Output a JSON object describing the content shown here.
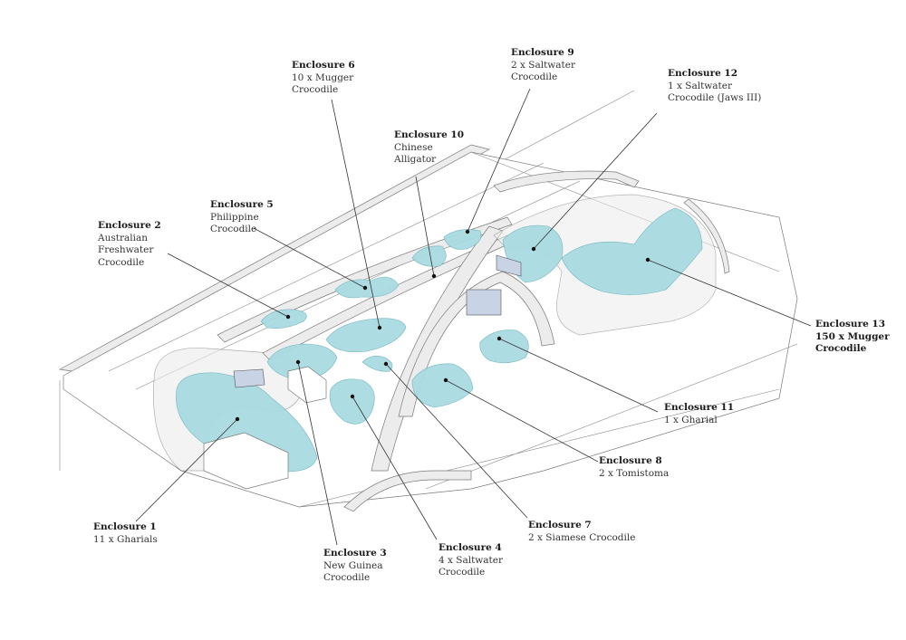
{
  "diagram": {
    "type": "axonometric site plan",
    "colors": {
      "water": "#a9dbe2",
      "structure": "#ececec",
      "outline": "#7a7a7a",
      "leader": "#333333",
      "glass": "#c8d3e6"
    }
  },
  "enclosures": [
    {
      "title": "Enclosure 1",
      "lines": [
        "11 x Gharials"
      ]
    },
    {
      "title": "Enclosure 2",
      "lines": [
        "Australian",
        "Freshwater",
        "Crocodile"
      ]
    },
    {
      "title": "Enclosure 3",
      "lines": [
        "New Guinea",
        "Crocodile"
      ]
    },
    {
      "title": "Enclosure 4",
      "lines": [
        "4 x Saltwater",
        "Crocodile"
      ]
    },
    {
      "title": "Enclosure 5",
      "lines": [
        "Philippine",
        "Crocodile"
      ]
    },
    {
      "title": "Enclosure 6",
      "lines": [
        "10 x Mugger",
        "Crocodile"
      ]
    },
    {
      "title": "Enclosure 7",
      "lines": [
        "2 x Siamese Crocodile"
      ]
    },
    {
      "title": "Enclosure 8",
      "lines": [
        "2 x Tomistoma"
      ]
    },
    {
      "title": "Enclosure 9",
      "lines": [
        "2 x Saltwater",
        "Crocodile"
      ]
    },
    {
      "title": "Enclosure 10",
      "lines": [
        "Chinese",
        "Alligator"
      ]
    },
    {
      "title": "Enclosure 11",
      "lines": [
        "1 x Gharial"
      ]
    },
    {
      "title": "Enclosure 12",
      "lines": [
        "1 x Saltwater",
        "Crocodile (Jaws III)"
      ]
    },
    {
      "title": "Enclosure 13",
      "lines": [
        "150 x Mugger",
        "Crocodile"
      ],
      "emphasis": true
    }
  ]
}
